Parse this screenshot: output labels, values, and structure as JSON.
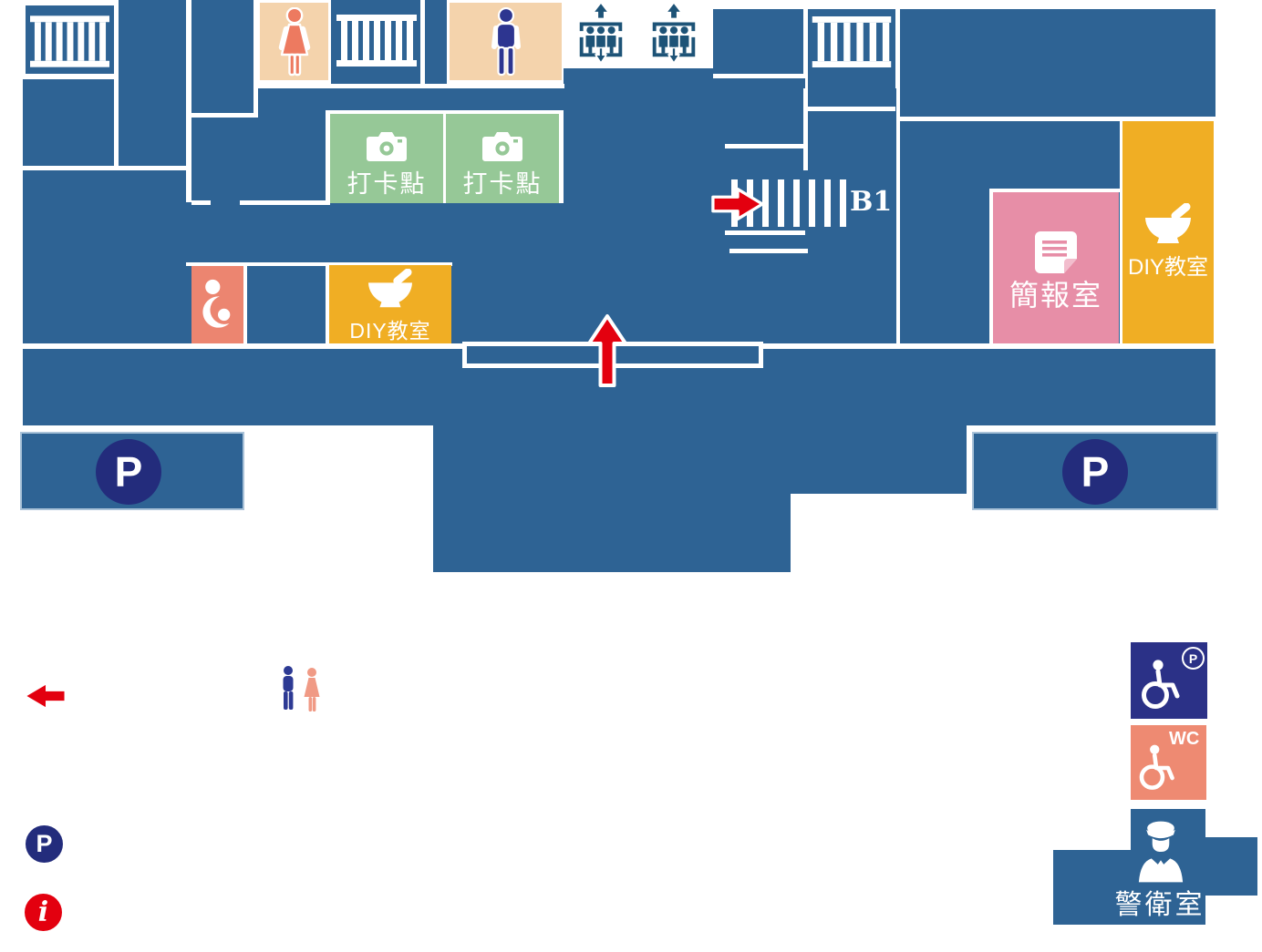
{
  "rooms": {
    "checkin_1": "打卡點",
    "checkin_2": "打卡點",
    "diy_left": "DIY教室",
    "diy_right": "DIY教室",
    "briefing": "簡報室",
    "guard": "警衛室"
  },
  "markers": {
    "b1": "B1",
    "parking": "P",
    "wc": "WC",
    "info": "i"
  },
  "colors": {
    "map_blue": "#2e6394",
    "navy": "#2b3187",
    "p_circle_navy": "#232c7c",
    "peach_restroom": "#f4d3ac",
    "coral": "#ec8570",
    "woman_coral": "#ed7a60",
    "green_checkin": "#96c897",
    "yellow_diy": "#f0ae24",
    "pink_briefing": "#e78ea7",
    "red": "#e3000f",
    "elevator_teal": "#1d5377"
  },
  "icons": {
    "stairs": "ladder-bars-icon",
    "elevator": "people-in-lift-icon",
    "restroom_female": "woman-figure-icon",
    "restroom_male": "man-figure-icon",
    "checkin": "camera-icon",
    "diy": "mortar-pestle-icon",
    "briefing": "document-icon",
    "nursing": "mother-baby-icon",
    "parking": "p-circle-icon",
    "info": "i-circle-icon",
    "accessible_parking": "wheelchair-parking-icon",
    "accessible_wc": "wheelchair-wc-icon",
    "guard": "guard-figure-icon",
    "entrance_arrow": "red-up-arrow-icon",
    "b1_arrow": "red-right-arrow-icon",
    "legend_arrow": "red-left-arrow-icon",
    "legend_restrooms": "man-woman-pair-icon"
  }
}
